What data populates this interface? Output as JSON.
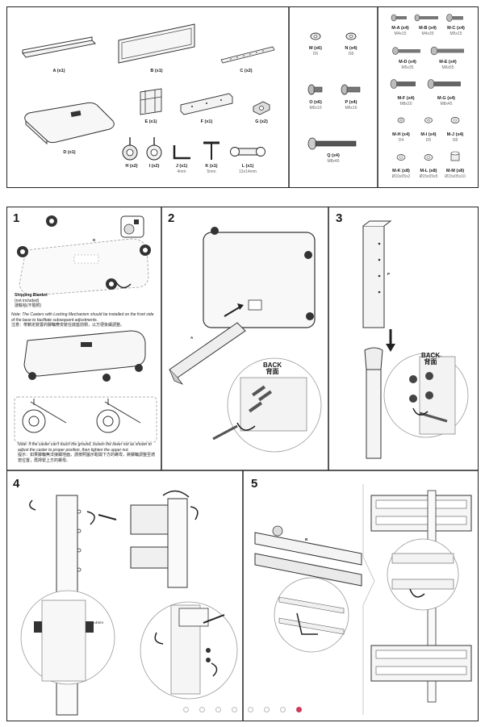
{
  "parts": {
    "A": {
      "label": "A (x1)"
    },
    "B": {
      "label": "B (x1)"
    },
    "C": {
      "label": "C (x2)"
    },
    "D": {
      "label": "D (x1)"
    },
    "E": {
      "label": "E (x1)"
    },
    "F": {
      "label": "F (x1)"
    },
    "G": {
      "label": "G (x2)"
    },
    "H": {
      "label": "H (x2)"
    },
    "I": {
      "label": "I (x2)"
    },
    "J": {
      "label": "J (x1)",
      "size": "4mm"
    },
    "K": {
      "label": "K (x1)",
      "size": "5mm"
    },
    "L": {
      "label": "L (x1)",
      "size": "13x14mm"
    }
  },
  "hardware_mid": [
    {
      "label": "M (x6)",
      "size": "D6"
    },
    {
      "label": "N (x4)",
      "size": "D8"
    },
    {
      "label": "O (x6)",
      "size": "M6x10"
    },
    {
      "label": "P (x4)",
      "size": "M6x16"
    },
    {
      "label": "Q (x4)",
      "size": "M8x40"
    }
  ],
  "hardware_right": [
    {
      "label": "M-A (x4)",
      "size": "M4x15"
    },
    {
      "label": "M-B (x4)",
      "size": "M4x35"
    },
    {
      "label": "M-C (x4)",
      "size": "M5x15"
    },
    {
      "label": "M-D (x4)",
      "size": "M5x35"
    },
    {
      "label": "M-E (x4)",
      "size": "M6x55"
    },
    {
      "label": "M-F (x4)",
      "size": "M8x20"
    },
    {
      "label": "M-G (x4)",
      "size": "M8x45"
    },
    {
      "label": "M-H (x4)",
      "size": "D4"
    },
    {
      "label": "M-I (x4)",
      "size": "D5"
    },
    {
      "label": "M-J (x4)",
      "size": "D8"
    },
    {
      "label": "M-K (x8)",
      "size": "Ø10x05x2"
    },
    {
      "label": "M-L (x8)",
      "size": "Ø15x05x5"
    },
    {
      "label": "M-M (x8)",
      "size": "Ø15x05x10"
    }
  ],
  "steps": {
    "s1": {
      "num": "1",
      "badge": "D",
      "shipping_en": "Shipping Blanket",
      "shipping_note": "(not included)",
      "shipping_cn": "運輸毯(不隨附)",
      "note1_en": "Note: The Casters with Locking Mechanism should be installed on the front side of the base to facilitate subsequent adjustments.",
      "note1_cn": "注意：帶鎖定裝置的腳輪應安裝在底座前側，以方便後續調整。",
      "note2_en": "Note: If the caster can't touch the ground, loosen the lower nut as shown to adjust the caster to proper position, then tighten the upper nut.",
      "note2_cn": "提示：如果腳輪無法接觸地面，請按照圖示鬆開下方的螺母，將腳輪調整至適當位置，再擰緊上方的螺母。"
    },
    "s2": {
      "num": "2",
      "badge": "A",
      "back_en": "BACK",
      "back_cn": "背面"
    },
    "s3": {
      "num": "3",
      "badge": "P",
      "back_en": "BACK",
      "back_cn": "背面"
    },
    "s4": {
      "num": "4",
      "gap": "4mm"
    },
    "s5": {
      "num": "5",
      "badge": "B"
    }
  },
  "pagination": {
    "total": 8,
    "active": 7
  }
}
